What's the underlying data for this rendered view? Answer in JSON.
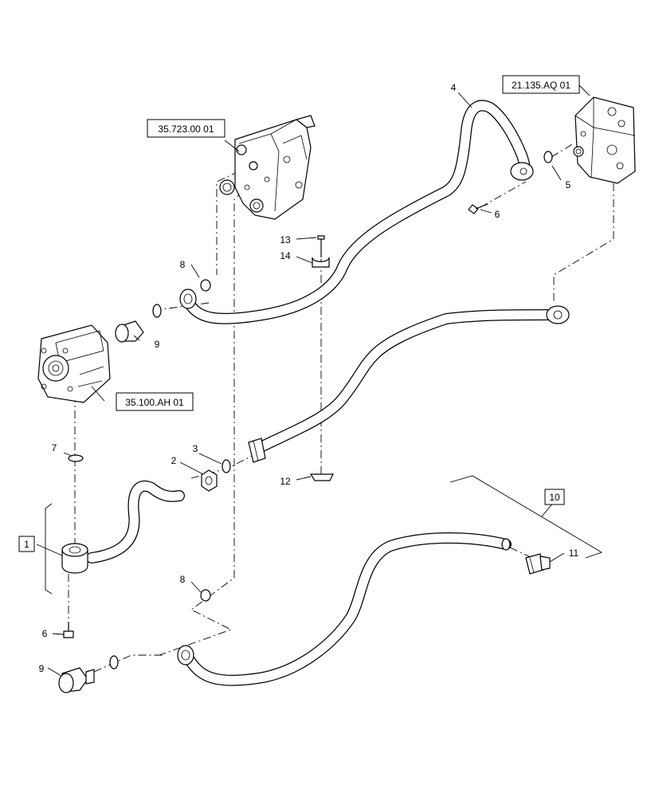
{
  "references": {
    "ref_35723": "35.723.00 01",
    "ref_21135": "21.135.AQ 01",
    "ref_35100": "35.100.AH 01"
  },
  "callouts": {
    "c1": "1",
    "c2": "2",
    "c3": "3",
    "c4": "4",
    "c5": "5",
    "c6a": "6",
    "c6b": "6",
    "c7": "7",
    "c8a": "8",
    "c8b": "8",
    "c9a": "9",
    "c9b": "9",
    "c10": "10",
    "c11": "11",
    "c12": "12",
    "c13": "13",
    "c14": "14"
  },
  "icons": {
    "control_valve": "control-valve-icon",
    "priority_valve": "priority-valve-icon",
    "hydraulic_pump": "hydraulic-pump-icon"
  }
}
